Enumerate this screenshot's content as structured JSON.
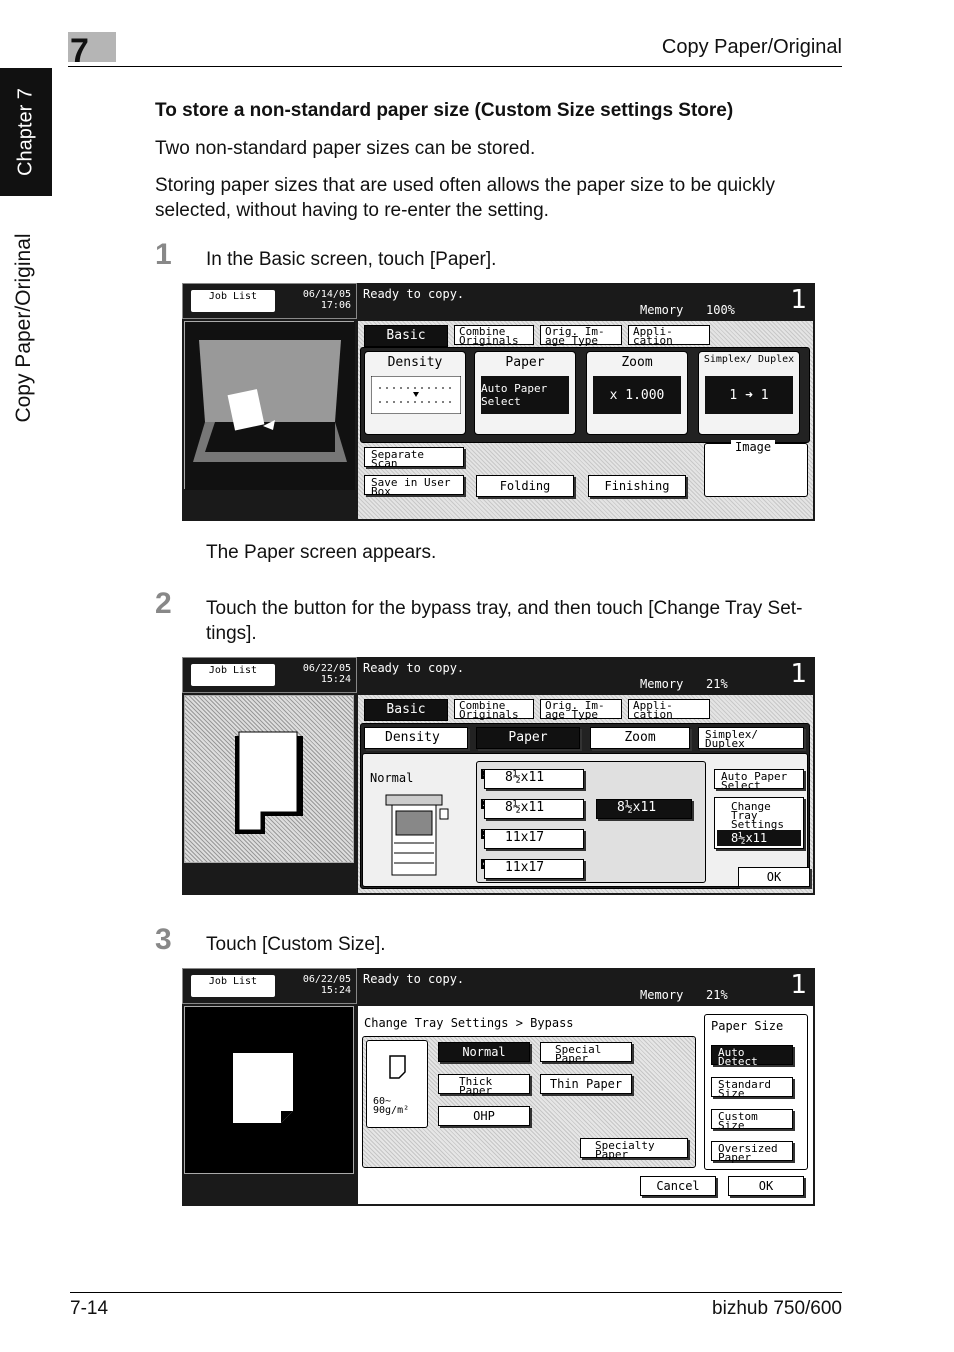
{
  "header": {
    "chapter_number": "7",
    "section": "Copy Paper/Original"
  },
  "sidebar": {
    "chapter_label": "Chapter 7",
    "section_label": "Copy Paper/Original"
  },
  "section_title": "To store a non-standard paper size (Custom Size settings Store)",
  "paragraphs": [
    "Two non-standard paper sizes can be stored.",
    "Storing paper sizes that are used often allows the paper size to be quickly selected, without having to re-enter the setting."
  ],
  "steps": [
    {
      "num": "1",
      "text": "In the Basic screen, touch [Paper].",
      "after": "The Paper screen appears."
    },
    {
      "num": "2",
      "text": "Touch the button for the bypass tray, and then touch [Change Tray Set-tings]."
    },
    {
      "num": "3",
      "text": "Touch [Custom Size]."
    }
  ],
  "screen1": {
    "job_list": "Job List",
    "date": "06/14/05",
    "time": "17:06",
    "status": "Ready to copy.",
    "memory_label": "Memory",
    "memory_value": "100%",
    "count": "1",
    "tabs": [
      "Basic",
      "Combine Originals",
      "Orig. Im-age Type",
      "Appli-cation"
    ],
    "density": "Density",
    "paper": "Paper",
    "paper_value": "Auto Paper Select",
    "zoom": "Zoom",
    "zoom_value": "x 1.000",
    "simplex": "Simplex/ Duplex",
    "simplex_value": "1 ➜ 1",
    "separate_scan": "Separate Scan",
    "save_user_box": "Save in User Box",
    "folding": "Folding",
    "finishing": "Finishing",
    "image": "Image"
  },
  "screen2": {
    "job_list": "Job List",
    "date": "06/22/05",
    "time": "15:24",
    "status": "Ready to copy.",
    "memory_label": "Memory",
    "memory_value": "21%",
    "count": "1",
    "tabs": [
      "Basic",
      "Combine Originals",
      "Orig. Im-age Type",
      "Appli-cation"
    ],
    "subtabs": [
      "Density",
      "Paper",
      "Zoom",
      "Simplex/ Duplex"
    ],
    "mode": "Normal",
    "trays": [
      {
        "num": "1",
        "size": "8½x11"
      },
      {
        "num": "2",
        "size": "8½x11"
      },
      {
        "num": "3",
        "size": "11x17"
      },
      {
        "num": "4",
        "size": "11x17"
      }
    ],
    "bypass": "8½x11",
    "auto_paper": "Auto Paper Select",
    "change_tray": "Change Tray Settings",
    "selected_size": "8½x11",
    "ok": "OK"
  },
  "screen3": {
    "job_list": "Job List",
    "date": "06/22/05",
    "time": "15:24",
    "status": "Ready to copy.",
    "memory_label": "Memory",
    "memory_value": "21%",
    "count": "1",
    "breadcrumb": "Change Tray Settings > Bypass",
    "weight": "60~ 90g/m²",
    "types": {
      "normal": "Normal",
      "special": "Special Paper",
      "thick": "Thick Paper",
      "thin": "Thin Paper",
      "ohp": "OHP",
      "specialty": "Specialty Paper"
    },
    "paper_size": "Paper Size",
    "sizes": {
      "auto": "Auto Detect",
      "standard": "Standard Size",
      "custom": "Custom Size",
      "oversized": "Oversized Paper"
    },
    "cancel": "Cancel",
    "ok": "OK"
  },
  "footer": {
    "page": "7-14",
    "product": "bizhub 750/600"
  }
}
